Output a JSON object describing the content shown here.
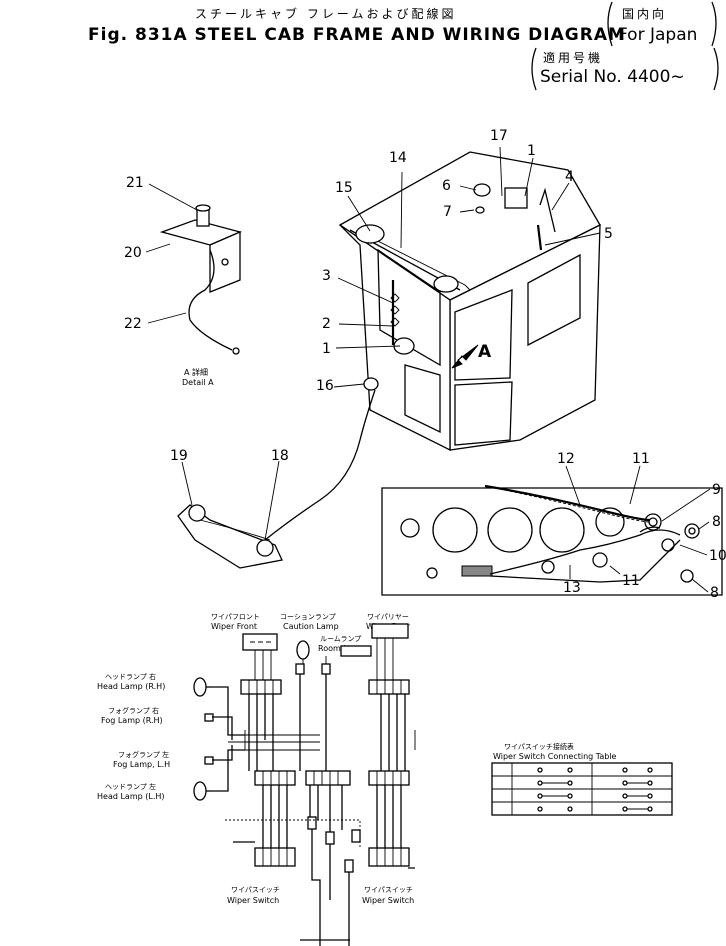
{
  "header": {
    "title_jp": "スチールキャブ フレームおよび配線図",
    "region_jp": "国内向",
    "title_en": "Fig. 831A STEEL CAB FRAME AND WIRING DIAGRAM",
    "region_en": "For Japan",
    "serial_jp": "適用号機",
    "serial_en": "Serial No. 4400~"
  },
  "callouts": [
    "1",
    "2",
    "3",
    "4",
    "5",
    "6",
    "7",
    "8",
    "9",
    "10",
    "11",
    "12",
    "13",
    "14",
    "15",
    "16",
    "17",
    "18",
    "19",
    "20",
    "21",
    "22"
  ],
  "labels": {
    "arrow_a": "A",
    "detail_a_jp": "A 詳細",
    "detail_a_en": "Detail A",
    "wiper_front_jp": "ワイパフロント",
    "wiper_front_en": "Wiper Front",
    "caution_lamp_jp": "コーションランプ",
    "caution_lamp_en": "Caution Lamp",
    "wiper_rear_jp": "ワイパリヤー",
    "wiper_rear_en": "Wiper Rear",
    "room_lamp_jp": "ルームランプ",
    "room_lamp_en": "Room Lamp",
    "head_lamp_rh_jp": "ヘッドランプ 右",
    "head_lamp_rh_en": "Head Lamp (R.H)",
    "fog_lamp_rh_jp": "フォグランプ 右",
    "fog_lamp_rh_en": "Fog Lamp (R.H)",
    "fog_lamp_lh_jp": "フォグランプ 左",
    "fog_lamp_lh_en": "Fog Lamp, L.H",
    "head_lamp_lh_jp": "ヘッドランプ 左",
    "head_lamp_lh_en": "Head Lamp (L.H)",
    "wiper_switch_jp": "ワイパスイッチ",
    "wiper_switch_en": "Wiper Switch",
    "connecting_table_jp": "ワイパスイッチ接続表",
    "connecting_table_en": "Wiper Switch Connecting Table"
  }
}
